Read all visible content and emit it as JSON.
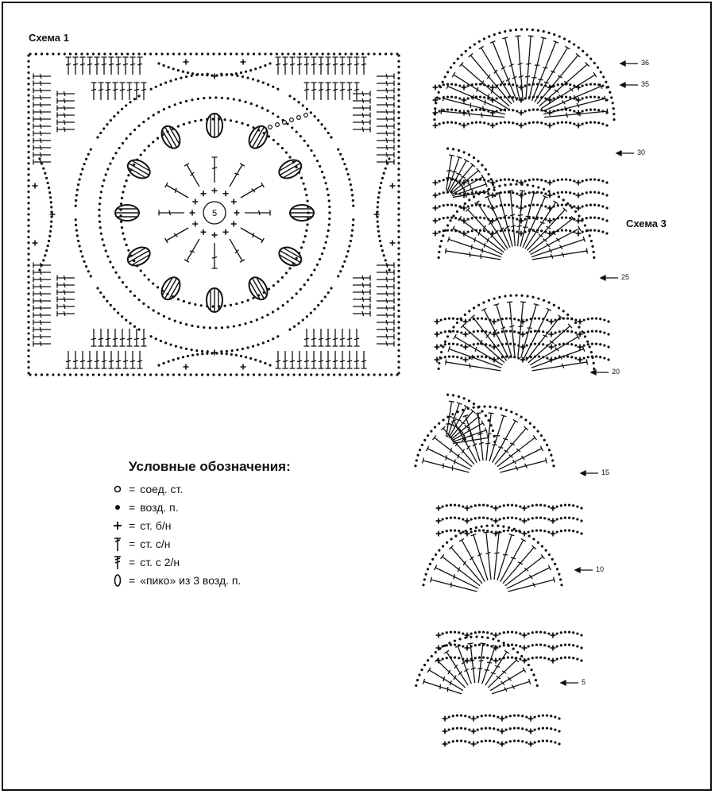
{
  "scheme1": {
    "title": "Схема 1",
    "center_label": "5"
  },
  "scheme3": {
    "title": "Схема 3",
    "row_markers": [
      {
        "label": "36",
        "row": 36
      },
      {
        "label": "35",
        "row": 35
      },
      {
        "label": "30",
        "row": 30
      },
      {
        "label": "25",
        "row": 25
      },
      {
        "label": "20",
        "row": 20
      },
      {
        "label": "15",
        "row": 15
      },
      {
        "label": "10",
        "row": 10
      },
      {
        "label": "5",
        "row": 5
      }
    ]
  },
  "legend": {
    "title": "Условные обозначения:",
    "items": [
      {
        "symbol": "slip-stitch",
        "text": "соед. ст."
      },
      {
        "symbol": "chain",
        "text": "возд. п."
      },
      {
        "symbol": "single-crochet",
        "text": "ст. б/н"
      },
      {
        "symbol": "double-crochet",
        "text": "ст. с/н"
      },
      {
        "symbol": "treble-crochet",
        "text": "ст. с 2/н"
      },
      {
        "symbol": "picot",
        "text": "«пико» из 3 возд. п."
      }
    ],
    "equals": "="
  }
}
